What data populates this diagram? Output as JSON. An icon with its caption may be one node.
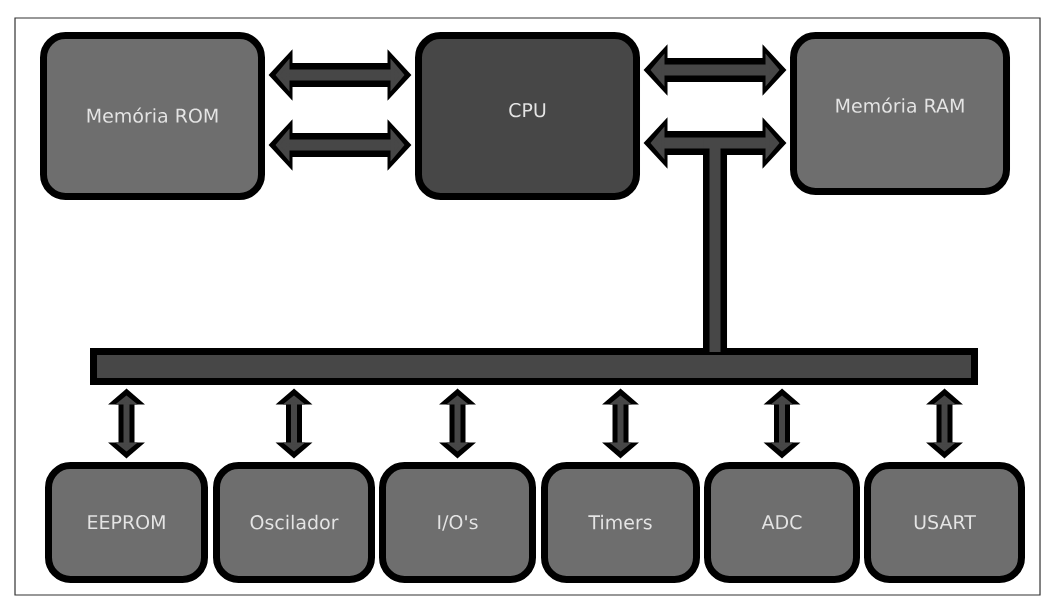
{
  "diagram": {
    "nodes": [
      {
        "text": [
          "Memória ROM"
        ]
      },
      {
        "text": [
          "CPU"
        ]
      },
      {
        "text": [
          "Memória RAM"
        ]
      },
      {
        "text": [],
        "shape": "bar"
      },
      {
        "text": [
          "EEPROM"
        ]
      },
      {
        "text": [
          "Oscilador"
        ]
      },
      {
        "text": [
          "I/O's"
        ]
      },
      {
        "text": [
          "Timers"
        ]
      },
      {
        "text": [
          "ADC"
        ]
      },
      {
        "text": [
          "USART"
        ]
      }
    ],
    "edges": [
      {
        "from": 0,
        "to": 1,
        "arrow": "both"
      },
      {
        "from": 0,
        "to": 1,
        "arrow": "both"
      },
      {
        "from": 1,
        "to": 2,
        "arrow": "both"
      },
      {
        "from": 3,
        "to": 1,
        "arrow": "to"
      },
      {
        "from": 3,
        "to": 2,
        "arrow": "to"
      },
      {
        "from": 3,
        "to": 4,
        "arrow": "both"
      },
      {
        "from": 3,
        "to": 5,
        "arrow": "both"
      },
      {
        "from": 3,
        "to": 6,
        "arrow": "both"
      },
      {
        "from": 3,
        "to": 7,
        "arrow": "both"
      },
      {
        "from": 3,
        "to": 8,
        "arrow": "both"
      },
      {
        "from": 3,
        "to": 9,
        "arrow": "both"
      }
    ]
  }
}
